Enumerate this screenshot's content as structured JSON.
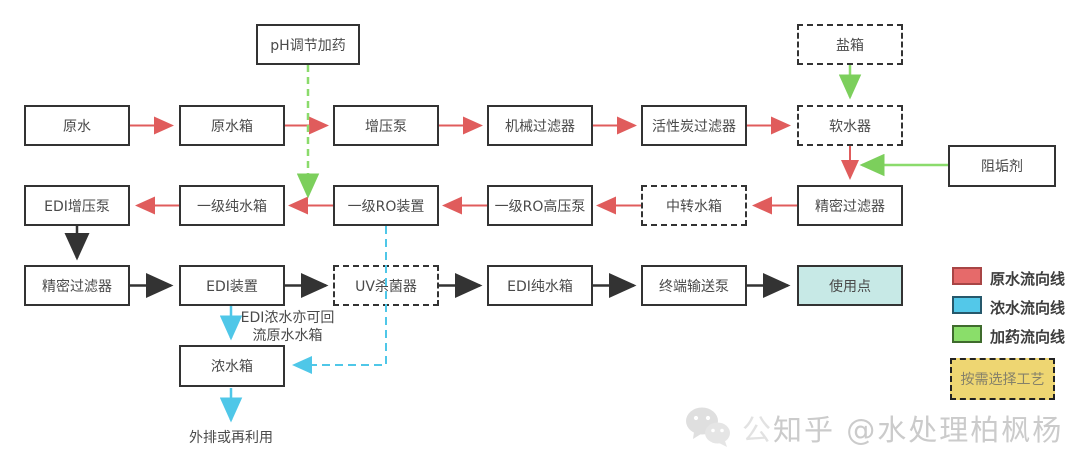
{
  "diagram": {
    "boxes": {
      "ph_dosing": {
        "label": "pH调节加药"
      },
      "salt_tank": {
        "label": "盐箱"
      },
      "raw_water": {
        "label": "原水"
      },
      "raw_water_tank": {
        "label": "原水箱"
      },
      "booster_pump": {
        "label": "增压泵"
      },
      "mechanical_filter": {
        "label": "机械过滤器"
      },
      "carbon_filter": {
        "label": "活性炭过滤器"
      },
      "softener": {
        "label": "软水器"
      },
      "antiscalant": {
        "label": "阻垢剂"
      },
      "edi_booster_pump": {
        "label": "EDI增压泵"
      },
      "stage1_pure_water_tank": {
        "label": "一级纯水箱"
      },
      "stage1_ro_unit": {
        "label": "一级RO装置"
      },
      "stage1_ro_hp_pump": {
        "label": "一级RO高压泵"
      },
      "transfer_tank": {
        "label": "中转水箱"
      },
      "precision_filter_upper": {
        "label": "精密过滤器"
      },
      "precision_filter_lower": {
        "label": "精密过滤器"
      },
      "edi_unit": {
        "label": "EDI装置"
      },
      "uv_sterilizer": {
        "label": "UV杀菌器"
      },
      "edi_pure_water_tank": {
        "label": "EDI纯水箱"
      },
      "terminal_pump": {
        "label": "终端输送泵"
      },
      "use_point": {
        "label": "使用点"
      },
      "concentrate_tank": {
        "label": "浓水箱"
      }
    },
    "notes": {
      "edi_concentrate_lines": [
        "EDI浓水亦可回",
        "流原水水箱"
      ],
      "discharge": "外排或再利用"
    }
  },
  "legend": {
    "items": [
      {
        "label": "原水流向线",
        "color": "#e66a6a"
      },
      {
        "label": "浓水流向线",
        "color": "#53c8e9"
      },
      {
        "label": "加药流向线",
        "color": "#8ade6a"
      }
    ],
    "optional_process": {
      "label": "按需选择工艺",
      "fill": "#eed672"
    }
  },
  "watermark": {
    "faint_char": "公",
    "text": "知乎 @水处理柏枫杨",
    "icon": "wechat-icon"
  },
  "colors": {
    "raw_water_line": "#e05c5c",
    "concentrate_line": "#4fc7e8",
    "dosing_line": "#8bdb6c",
    "neutral_line": "#333333",
    "use_point_fill": "#c7e9e6"
  }
}
